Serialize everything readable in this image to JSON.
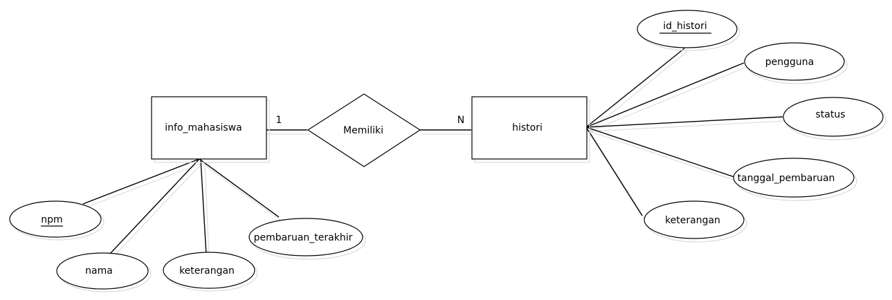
{
  "entities": {
    "info_mahasiswa": "info_mahasiswa",
    "histori": "histori"
  },
  "relationship": {
    "name": "Memiliki",
    "cardinality_left": "1",
    "cardinality_right": "N"
  },
  "attributes": {
    "info_mahasiswa": {
      "npm": "npm",
      "nama": "nama",
      "keterangan": "keterangan",
      "pembaruan_terakhir": "pembaruan_terakhir"
    },
    "histori": {
      "id_histori": "id_histori",
      "pengguna": "pengguna",
      "status": "status",
      "tanggal_pembaruan": "tanggal_pembaruan",
      "keterangan": "keterangan"
    }
  }
}
